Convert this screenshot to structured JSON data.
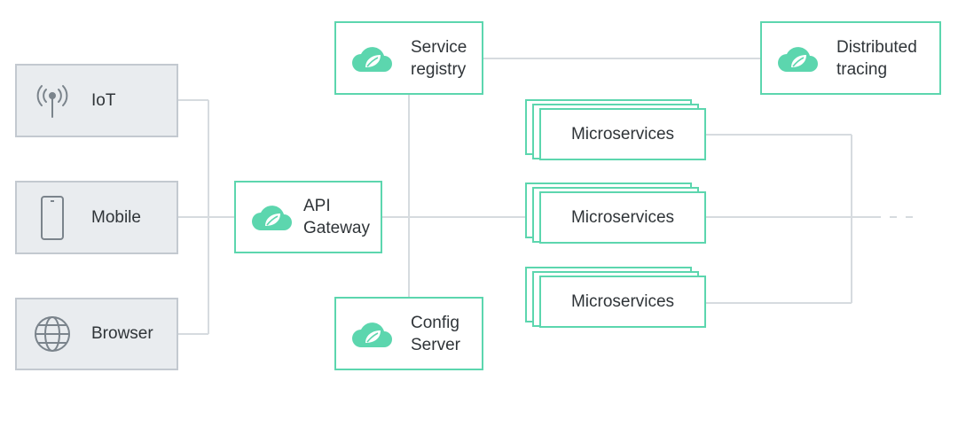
{
  "clients": [
    {
      "label": "IoT",
      "icon": "antenna-icon"
    },
    {
      "label": "Mobile",
      "icon": "smartphone-icon"
    },
    {
      "label": "Browser",
      "icon": "globe-icon"
    }
  ],
  "gateway": {
    "line1": "API",
    "line2": "Gateway",
    "icon": "spring-leaf-cloud-icon"
  },
  "service_registry": {
    "line1": "Service",
    "line2": "registry",
    "icon": "spring-leaf-cloud-icon"
  },
  "config_server": {
    "line1": "Config",
    "line2": "Server",
    "icon": "spring-leaf-cloud-icon"
  },
  "distributed_tracing": {
    "line1": "Distributed",
    "line2": "tracing",
    "icon": "spring-leaf-cloud-icon"
  },
  "microservices": [
    {
      "label": "Microservices"
    },
    {
      "label": "Microservices"
    },
    {
      "label": "Microservices"
    }
  ],
  "colors": {
    "accent": "#5cd6ae",
    "client_fill": "#e9ecef",
    "client_border": "#c3c9d0",
    "connector": "#d6dbdf"
  }
}
